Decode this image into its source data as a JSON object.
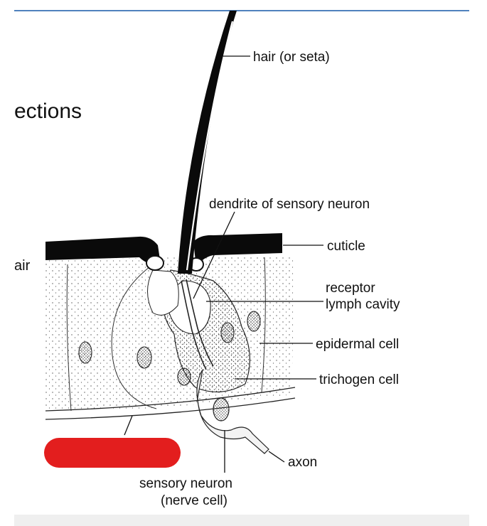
{
  "slide": {
    "heading_fragment": "ections",
    "side_fragment": "air"
  },
  "labels": {
    "hair": "hair (or seta)",
    "dendrite": "dendrite of sensory neuron",
    "cuticle": "cuticle",
    "receptor_line1": "receptor",
    "receptor_line2": "lymph cavity",
    "epidermal": "epidermal cell",
    "trichogen": "trichogen cell",
    "axon": "axon",
    "sensory_line1": "sensory neuron",
    "sensory_line2": "(nerve cell)"
  },
  "colors": {
    "accent_rule": "#4f81bd",
    "redaction": "#e31e1e",
    "ink": "#111111"
  }
}
